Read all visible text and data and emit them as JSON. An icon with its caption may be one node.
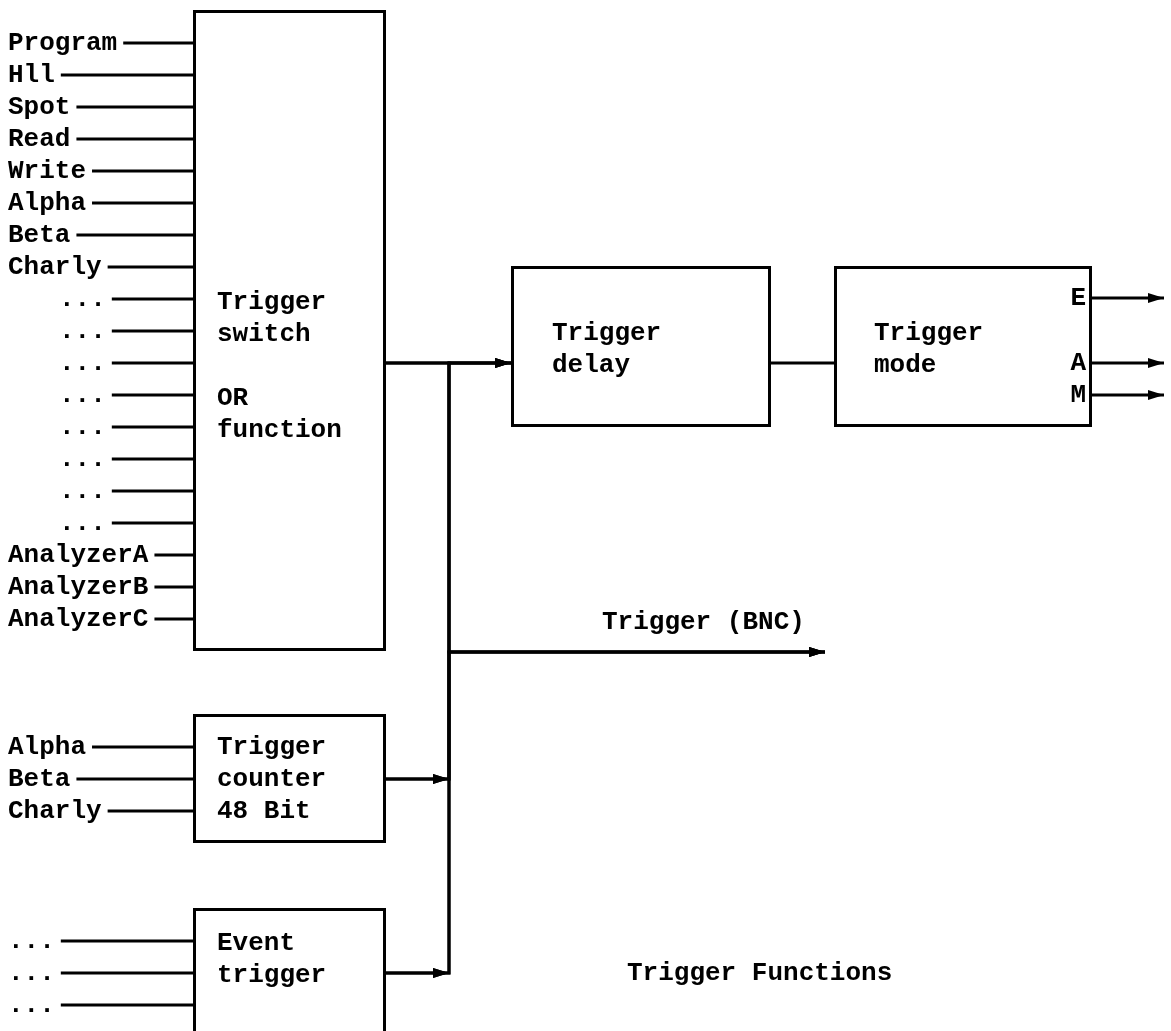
{
  "diagram": {
    "nodes": [
      {
        "text": [
          "Trigger switch",
          "OR function"
        ]
      },
      {
        "text": [
          "Program"
        ]
      },
      {
        "text": [
          "Hll"
        ]
      },
      {
        "text": [
          "Spot"
        ]
      },
      {
        "text": [
          "Read"
        ]
      },
      {
        "text": [
          "Write"
        ]
      },
      {
        "text": [
          "Alpha"
        ]
      },
      {
        "text": [
          "Beta"
        ]
      },
      {
        "text": [
          "Charly"
        ]
      },
      {
        "text": [
          "..."
        ]
      },
      {
        "text": [
          "..."
        ]
      },
      {
        "text": [
          "..."
        ]
      },
      {
        "text": [
          "..."
        ]
      },
      {
        "text": [
          "..."
        ]
      },
      {
        "text": [
          "..."
        ]
      },
      {
        "text": [
          "..."
        ]
      },
      {
        "text": [
          "..."
        ]
      },
      {
        "text": [
          "AnalyzerA"
        ]
      },
      {
        "text": [
          "AnalyzerB"
        ]
      },
      {
        "text": [
          "AnalyzerC"
        ]
      },
      {
        "text": [
          "Trigger delay"
        ]
      },
      {
        "text": [
          "Trigger mode"
        ]
      },
      {
        "text": [
          "Trigger (BNC)"
        ]
      },
      {
        "text": [
          "Trigger counter 48 Bit"
        ]
      },
      {
        "text": [
          "Alpha"
        ]
      },
      {
        "text": [
          "Beta"
        ]
      },
      {
        "text": [
          "Charly"
        ]
      },
      {
        "text": [
          "Event trigger"
        ]
      },
      {
        "text": [
          "..."
        ]
      },
      {
        "text": [
          "..."
        ]
      },
      {
        "text": [
          "..."
        ]
      }
    ],
    "edges": [
      {
        "from": 1,
        "to": 0,
        "arrow": "none"
      },
      {
        "from": 2,
        "to": 0,
        "arrow": "none"
      },
      {
        "from": 3,
        "to": 0,
        "arrow": "none"
      },
      {
        "from": 4,
        "to": 0,
        "arrow": "none"
      },
      {
        "from": 5,
        "to": 0,
        "arrow": "none"
      },
      {
        "from": 6,
        "to": 0,
        "arrow": "none"
      },
      {
        "from": 7,
        "to": 0,
        "arrow": "none"
      },
      {
        "from": 8,
        "to": 0,
        "arrow": "none"
      },
      {
        "from": 9,
        "to": 0,
        "arrow": "none"
      },
      {
        "from": 10,
        "to": 0,
        "arrow": "none"
      },
      {
        "from": 11,
        "to": 0,
        "arrow": "none"
      },
      {
        "from": 12,
        "to": 0,
        "arrow": "none"
      },
      {
        "from": 13,
        "to": 0,
        "arrow": "none"
      },
      {
        "from": 14,
        "to": 0,
        "arrow": "none"
      },
      {
        "from": 15,
        "to": 0,
        "arrow": "none"
      },
      {
        "from": 16,
        "to": 0,
        "arrow": "none"
      },
      {
        "from": 17,
        "to": 0,
        "arrow": "none"
      },
      {
        "from": 18,
        "to": 0,
        "arrow": "none"
      },
      {
        "from": 19,
        "to": 0,
        "arrow": "none"
      },
      {
        "from": 0,
        "to": 20,
        "arrow": "to"
      },
      {
        "from": 0,
        "to": 22,
        "arrow": "to"
      },
      {
        "from": 20,
        "to": 21,
        "arrow": "none"
      },
      {
        "from": 21,
        "to": null,
        "arrow": "to"
      },
      {
        "from": 21,
        "to": null,
        "arrow": "to"
      },
      {
        "from": 21,
        "to": null,
        "arrow": "to"
      },
      {
        "from": 24,
        "to": 23,
        "arrow": "none"
      },
      {
        "from": 25,
        "to": 23,
        "arrow": "none"
      },
      {
        "from": 26,
        "to": 23,
        "arrow": "none"
      },
      {
        "from": 23,
        "to": 20,
        "arrow": "to"
      },
      {
        "from": 23,
        "to": 22,
        "arrow": "to"
      },
      {
        "from": 28,
        "to": 27,
        "arrow": "none"
      },
      {
        "from": 29,
        "to": 27,
        "arrow": "none"
      },
      {
        "from": 30,
        "to": 27,
        "arrow": "none"
      },
      {
        "from": 27,
        "to": 20,
        "arrow": "to"
      },
      {
        "from": 27,
        "to": 22,
        "arrow": "to"
      }
    ],
    "labels": [
      "E",
      "A",
      "M",
      "Trigger Functions"
    ]
  }
}
